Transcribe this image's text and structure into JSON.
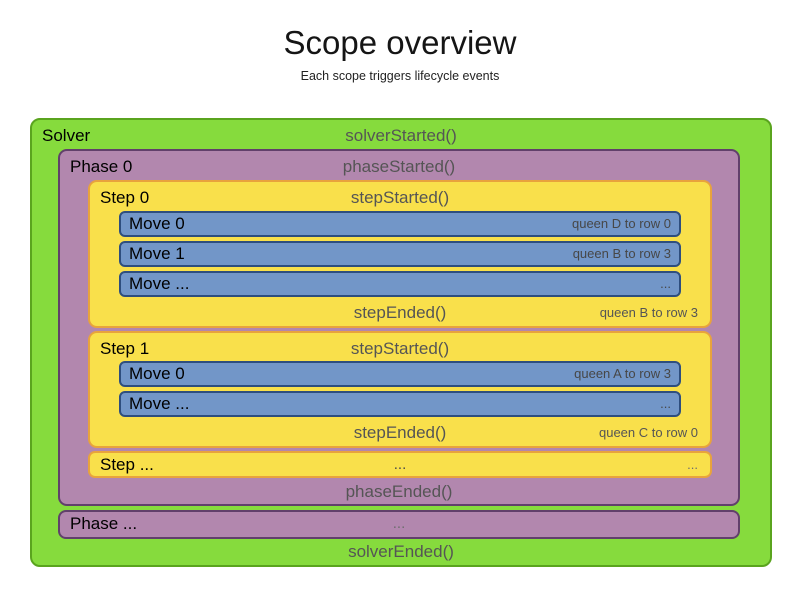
{
  "page": {
    "title": "Scope overview",
    "subtitle": "Each scope triggers lifecycle events"
  },
  "colors": {
    "solver_fill": "#86db3d",
    "solver_border": "#5aa41e",
    "phase_fill": "#b287ae",
    "phase_border": "#61406b",
    "step_fill": "#f9e04b",
    "step_border": "#e8a33c",
    "move_fill": "#7296c8",
    "move_border": "#2e4e7e",
    "event_text": "#555555",
    "label_text": "#000000"
  },
  "solver": {
    "label": "Solver",
    "started": "solverStarted()",
    "ended": "solverEnded()",
    "phases": [
      {
        "label": "Phase 0",
        "started": "phaseStarted()",
        "ended": "phaseEnded()",
        "steps": [
          {
            "label": "Step 0",
            "started": "stepStarted()",
            "ended": "stepEnded()",
            "ended_note": "queen B to row 3",
            "moves": [
              {
                "label": "Move 0",
                "note": "queen D to row 0"
              },
              {
                "label": "Move 1",
                "note": "queen B to row 3"
              },
              {
                "label": "Move ...",
                "note": "..."
              }
            ]
          },
          {
            "label": "Step 1",
            "started": "stepStarted()",
            "ended": "stepEnded()",
            "ended_note": "queen C to row 0",
            "moves": [
              {
                "label": "Move 0",
                "note": "queen A to row 3"
              },
              {
                "label": "Move ...",
                "note": "..."
              }
            ]
          }
        ],
        "more_steps": {
          "label": "Step ...",
          "center_dots": "...",
          "right_dots": "..."
        }
      }
    ],
    "more_phases": {
      "label": "Phase ...",
      "center_dots": "..."
    }
  }
}
